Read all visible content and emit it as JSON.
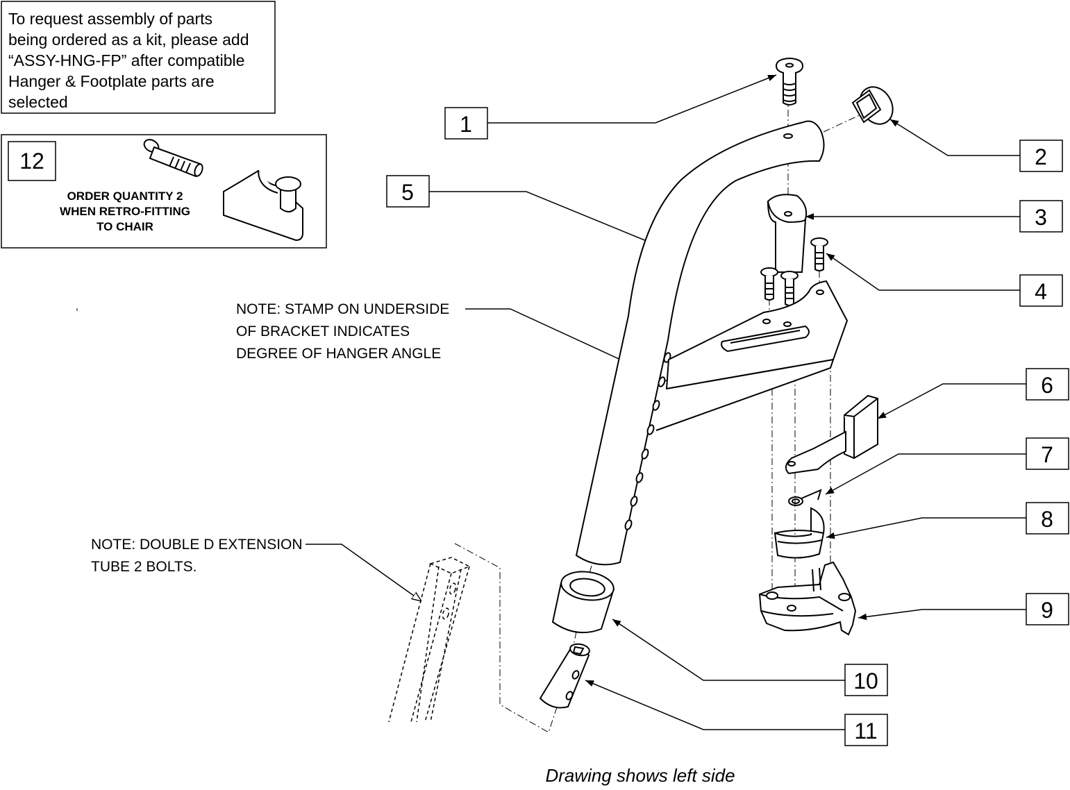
{
  "assembly_note": {
    "lines": [
      "To request assembly of parts",
      "being ordered as a kit, please add",
      "“ASSY-HNG-FP” after compatible",
      "Hanger & Footplate parts are",
      "selected"
    ]
  },
  "kit_box": {
    "number": "12",
    "lines": [
      "ORDER QUANTITY 2",
      "WHEN RETRO-FITTING",
      "TO CHAIR"
    ]
  },
  "callouts": {
    "c1": "1",
    "c2": "2",
    "c3": "3",
    "c4": "4",
    "c5": "5",
    "c6": "6",
    "c7": "7",
    "c8": "8",
    "c9": "9",
    "c10": "10",
    "c11": "11"
  },
  "stamp_note": {
    "lines": [
      "NOTE: STAMP ON UNDERSIDE",
      "OF BRACKET INDICATES",
      "DEGREE OF HANGER ANGLE"
    ]
  },
  "tube_note": {
    "lines": [
      "NOTE: DOUBLE D EXTENSION",
      "TUBE 2 BOLTS."
    ]
  },
  "caption": "Drawing shows left side",
  "colors": {
    "line": "#000000",
    "background": "#ffffff"
  }
}
